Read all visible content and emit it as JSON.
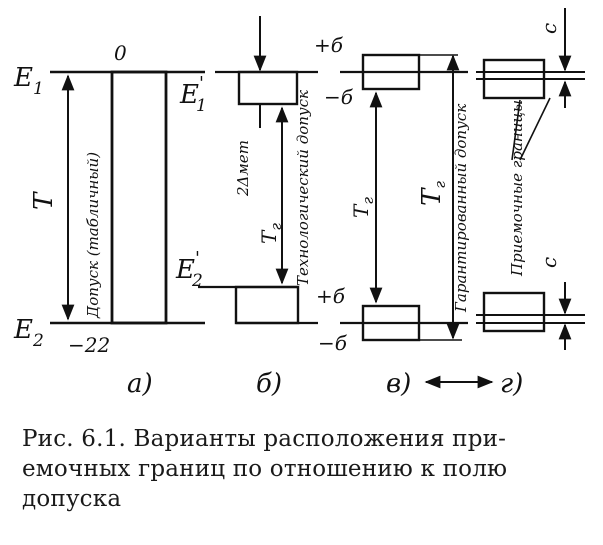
{
  "figure": {
    "labels": {
      "e1": "E",
      "e1_sub": "1",
      "e2": "E",
      "e2_sub": "2",
      "zero": "0",
      "minus22": "−22",
      "T": "T",
      "tolerance_table": "Допуск (табличный)",
      "e1p": "E",
      "e1p_sub": "1",
      "e1p_prime": "'",
      "e2p": "E",
      "e2p_sub": "2",
      "e2p_prime": "'",
      "delta_met": "2Δмет",
      "t_r": "Т",
      "t_r_sub": "г",
      "tech_tolerance": "Технологический допуск",
      "plus_b_top": "+б",
      "minus_b_top": "−б",
      "plus_b_bot": "+б",
      "minus_b_bot": "−б",
      "T_r": "Т",
      "T_r_sub": "г",
      "T_c": "Т",
      "T_c_sub": "г",
      "guaranteed_tolerance": "Гарантированный допуск",
      "acceptance_limits": "Приемочные границы",
      "c_top": "с",
      "c_bottom": "с"
    },
    "panels": [
      "а)",
      "б)",
      "в)",
      "г)"
    ]
  },
  "caption": {
    "line1": "Рис. 6.1. Варианты расположения при-",
    "line2": "емочных границ по отношению к полю",
    "line3": "допуска"
  }
}
